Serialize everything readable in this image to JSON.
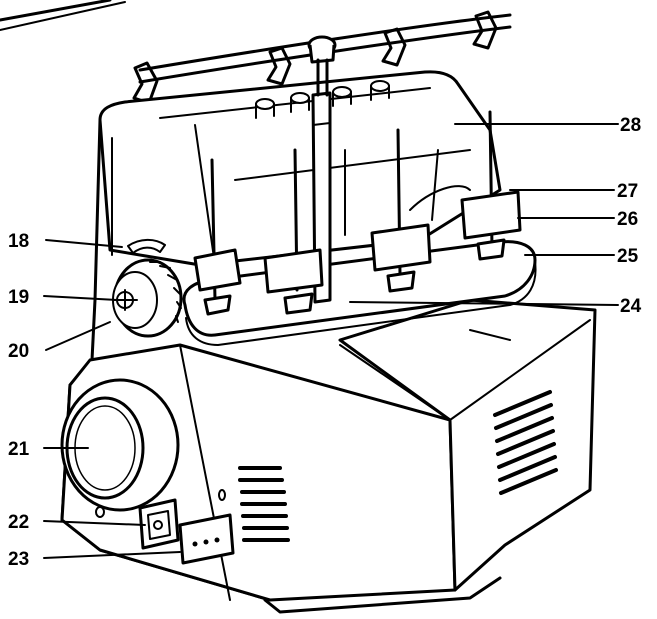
{
  "diagram": {
    "callouts": [
      {
        "id": "18",
        "label": "18"
      },
      {
        "id": "19",
        "label": "19"
      },
      {
        "id": "20",
        "label": "20"
      },
      {
        "id": "21",
        "label": "21"
      },
      {
        "id": "22",
        "label": "22"
      },
      {
        "id": "23",
        "label": "23"
      },
      {
        "id": "24",
        "label": "24"
      },
      {
        "id": "25",
        "label": "25"
      },
      {
        "id": "26",
        "label": "26"
      },
      {
        "id": "27",
        "label": "27"
      },
      {
        "id": "28",
        "label": "28"
      }
    ]
  }
}
